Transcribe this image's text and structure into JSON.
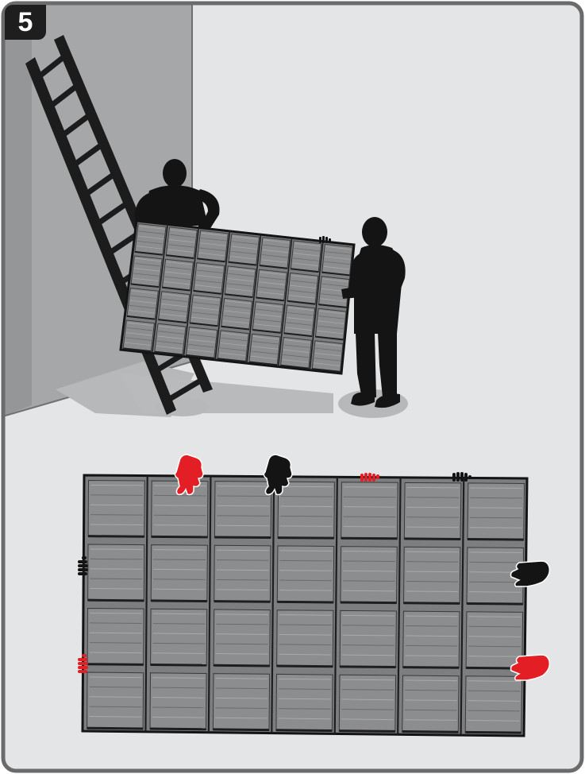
{
  "step": {
    "number": "5"
  },
  "colors": {
    "frame": "#6b6b6b",
    "wall": "#a9a9ab",
    "floor": "#e4e5e7",
    "ladder": "#1c1c1c",
    "person": "#141414",
    "roof_sheet": "#8a8b8d",
    "left_hand": "#e31e24",
    "right_hand": "#141414",
    "shadow": "#c4c5c7"
  },
  "illustration": {
    "upper_scene": "two-workers-carrying-roof-sheet",
    "lower_scene": "roof-sheet-grip-points",
    "sheet_rows": 4,
    "sheet_columns": 7
  }
}
